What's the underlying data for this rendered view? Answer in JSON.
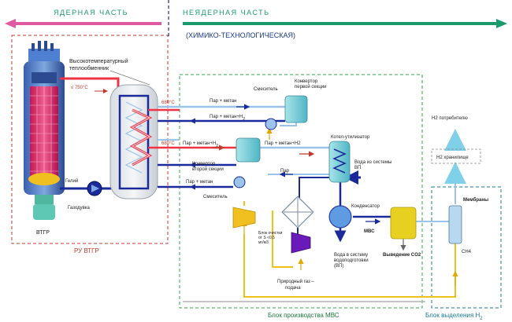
{
  "header": {
    "nuclear_part": "ЯДЕРНАЯ ЧАСТЬ",
    "non_nuclear_part": "НЕЯДЕРНАЯ ЧАСТЬ",
    "subtitle": "(ХИМИКО-ТЕХНОЛОГИЧЕСКАЯ)"
  },
  "nuclear_block": {
    "reactor_label": "ВТГР",
    "block_label": "РУ ВТГР",
    "helium": "Гелий",
    "blower": "Газодувка",
    "temp_750": "≤ 750°C",
    "hx_label_1": "Высокотемпературный",
    "hx_label_2": "теплообменник"
  },
  "streams": {
    "t680_top": "680°C",
    "t680_mid": "680°C",
    "steam_methane_1": "Пар + метан",
    "steam_methane_h2_1": "Пар + метан+H",
    "steam_methane_h2_2": "Пар + метан+H",
    "steam_methane_h2_3": "Пар + метан+H2",
    "steam": "Пар",
    "steam_methane_2": "Пар + метан"
  },
  "mvs_block": {
    "mixer_top": "Смеситель",
    "converter_1_a": "Конвертор",
    "converter_1_b": "первой секции",
    "converter_2_a": "Конвертор",
    "converter_2_b": "второй секции",
    "boiler": "Котел-утилизатор",
    "water_1": "Вода из системы",
    "water_2": "ВП",
    "mixer_bottom": "Смеситель",
    "condenser": "Конденсатор",
    "mbc": "МВС",
    "cleaning_1": "Блок очистки",
    "cleaning_2": "от S <0,5",
    "cleaning_3": "мг/м3",
    "gas_1": "Природный газ –",
    "gas_2": "подача",
    "water_sys_1": "Вода в систему",
    "water_sys_2": "водоподготовки",
    "water_sys_3": "(ВП)",
    "co2": "Выведение CO2",
    "block_label": "Блок производства МВС"
  },
  "h2_block": {
    "consumer": "H2 потребителю",
    "storage": "H2  хранилище",
    "membranes": "Мембраны",
    "ch4": "CH4",
    "block_label": "Блок выделения H"
  },
  "colors": {
    "nuclear_arrow": "#e05aa0",
    "non_nuclear_arrow": "#1a9a6a",
    "hot_line": "#ee3344",
    "cold_line": "#1a2a9a",
    "light_line": "#9cc4ea",
    "yellow_line": "#f0c020",
    "nuclear_border": "#c0392b",
    "mvs_border": "#2ea84a"
  }
}
